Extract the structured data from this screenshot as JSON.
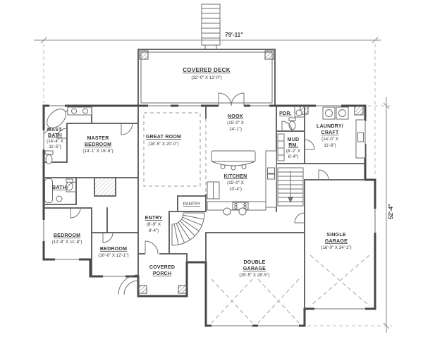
{
  "dimensions": {
    "width_label": "79'-11\"",
    "height_label": "52'-4\""
  },
  "rooms": {
    "covered_deck": {
      "name": "COVERED DECK",
      "size": "(32'-0\" X 12'-0\")"
    },
    "nook": {
      "name": "NOOK",
      "size1": "(15'-0\" X",
      "size2": "14'-1\")"
    },
    "great_room": {
      "name": "GREAT ROOM",
      "size": "(18'-5\" X 20'-0\")"
    },
    "master_bedroom": {
      "name1": "MASTER",
      "name2": "BEDROOM",
      "size": "(14'-1\" X 16'-8\")"
    },
    "master_bath": {
      "name1": "MAST.",
      "name2": "BATH",
      "size1": "(14'-4\" X",
      "size2": "11'-5\")"
    },
    "powder": {
      "name": "PDR."
    },
    "laundry": {
      "name1": "LAUNDRY/",
      "name2": "CRAFT",
      "size1": "(14'-0\" X",
      "size2": "11'-8\")"
    },
    "mud_room": {
      "name1": "MUD",
      "name2": "RM.",
      "size1": "(8'-2\" X",
      "size2": "6'-4\")"
    },
    "kitchen": {
      "name": "KITCHEN",
      "size1": "(15'-0\" X",
      "size2": "10'-4\")"
    },
    "pantry": {
      "name": "PANTRY"
    },
    "entry": {
      "name": "ENTRY",
      "size1": "(8'-9\" X",
      "size2": "9'-4\")"
    },
    "bath": {
      "name": "BATH"
    },
    "bedroom_left": {
      "name": "BEDROOM",
      "size": "(12'-8\" X 11'-8\")"
    },
    "bedroom_lower": {
      "name": "BEDROOM",
      "size": "(10'-0\" X 12'-1\")"
    },
    "covered_porch": {
      "name1": "COVERED",
      "name2": "PORCH"
    },
    "double_garage": {
      "name1": "DOUBLE",
      "name2": "GARAGE",
      "size": "(29'-5\" X 28'-5\")"
    },
    "single_garage": {
      "name1": "SINGLE",
      "name2": "GARAGE",
      "size": "(16'-0\" X 34'-1\")"
    }
  },
  "colors": {
    "wall": "#474747",
    "text": "#343434",
    "fixture": "#6e6e6e"
  }
}
